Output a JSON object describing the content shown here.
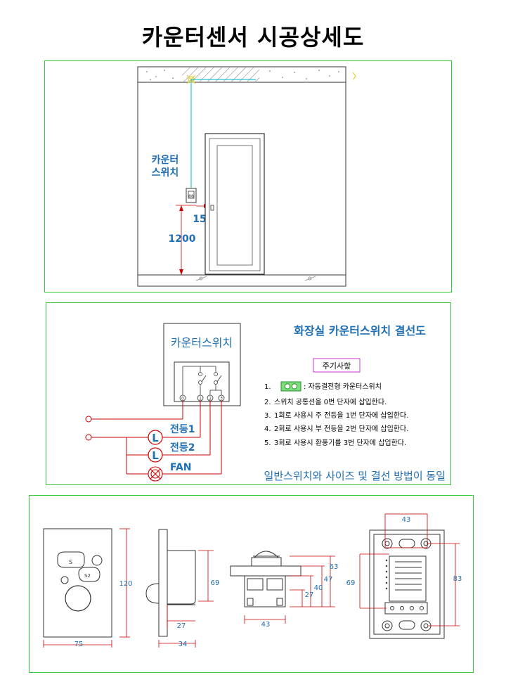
{
  "page": {
    "title": "카운터센서 시공상세도"
  },
  "elevation": {
    "switch_label_line1": "카운터",
    "switch_label_line2": "스위치",
    "dim_offset": "15",
    "dim_height": "1200"
  },
  "wiring": {
    "box_label": "카운터스위치",
    "heading": "화장실 카운터스위치 결선도",
    "notes_title": "주기사항",
    "notes": [
      {
        "num": "1.",
        "text": ": 자동결전형 카운터스위치"
      },
      {
        "num": "2.",
        "text": "스위치 공통선을 0번 단자에 삽입한다."
      },
      {
        "num": "3.",
        "text": "1회로 사용시 주 전등을 1번 단자에 삽입한다."
      },
      {
        "num": "4.",
        "text": "2회로 사용시 부 전등을 2번 단자에 삽입한다."
      },
      {
        "num": "5.",
        "text": "3회로 사용시 환풍기를  3번 단자에 삽입한다."
      }
    ],
    "terminals": [
      "0",
      "1",
      "2",
      "3"
    ],
    "loads": [
      {
        "symbol": "L",
        "label": "전등1"
      },
      {
        "symbol": "L",
        "label": "전등2"
      },
      {
        "symbol": "",
        "label": "FAN"
      }
    ],
    "footer": "일반스위치와 사이즈 및 결선 방법이 동일"
  },
  "dimensions": {
    "front_width": "75",
    "front_height": "120",
    "side_height": "69",
    "side_offset": "27",
    "side_depth": "34",
    "bottom_width": "43",
    "bottom_h63": "63",
    "bottom_h47": "47",
    "bottom_h40": "40",
    "bottom_h27": "27",
    "back_top": "43",
    "back_left": "69",
    "back_right": "83"
  },
  "colors": {
    "panel_border": "#33cc33",
    "label_blue": "#1f6fb5",
    "dim_red": "#cc0000",
    "wire_cyan": "#22c3d6",
    "wire_red": "#cc0000",
    "notes_box": "#cc33cc"
  }
}
